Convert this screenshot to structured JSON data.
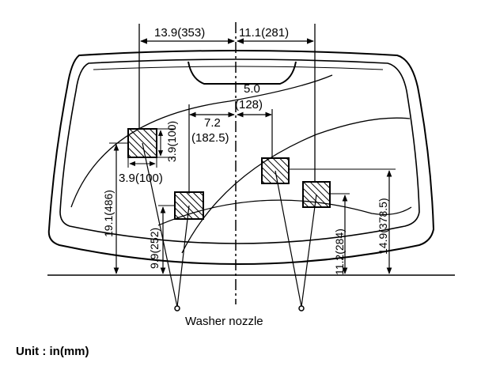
{
  "dimensions": {
    "top_left": "13.9(353)",
    "top_right": "11.1(281)",
    "center_offset_top": "5.0",
    "center_offset_bottom": "(128)",
    "mid_offset_top": "7.2",
    "mid_offset_bottom": "(182.5)",
    "box_height": "3.9(100)",
    "box_width": "3.9(100)",
    "height_left": "19.1(486)",
    "height_left_low": "9.9(252)",
    "height_right_low": "11.2(284)",
    "height_right": "14.9(378.5)"
  },
  "labels": {
    "nozzle": "Washer nozzle",
    "unit": "Unit : in(mm)"
  }
}
